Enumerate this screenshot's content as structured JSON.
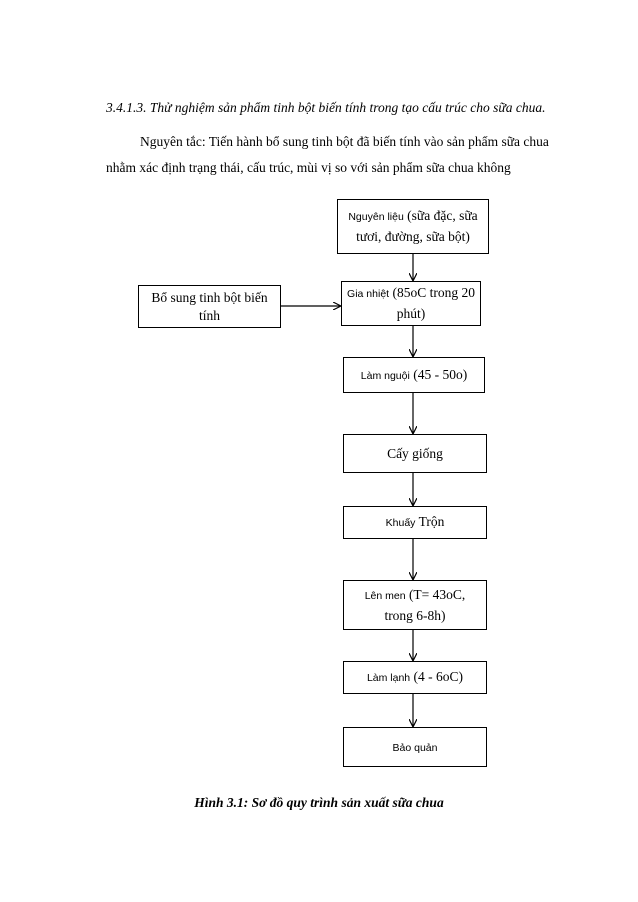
{
  "section_heading": "3.4.1.3. Thử nghiệm sản phẩm tinh bột biến tính trong tạo cấu trúc cho sữa chua.",
  "paragraph": {
    "line1": "Nguyên tắc: Tiến hành bổ sung tinh bột đã biến tính vào sản phẩm sữa chua",
    "line2": "nhằm xác định trạng thái, cấu trúc, mùi vị so với sản phẩm sữa chua không"
  },
  "flowchart": {
    "side_box": "Bổ sung tinh bột biến tính",
    "steps": [
      {
        "prefix": "Nguyên liệu",
        "text": "(sữa đặc, sữa tươi, đường, sữa bột)"
      },
      {
        "prefix": "Gia nhiệt",
        "text": "(85oC trong 20 phút)"
      },
      {
        "prefix": "Làm nguội",
        "text": "(45 - 50o)"
      },
      {
        "prefix": "Cấy giống",
        "text": ""
      },
      {
        "prefix": "Khuấy",
        "text": "Trộn"
      },
      {
        "prefix": "Lên men",
        "text": "(T= 43oC, trong 6-8h)"
      },
      {
        "prefix": "Làm lạnh",
        "text": "(4 - 6oC)"
      },
      {
        "prefix": "Bảo quản",
        "text": ""
      }
    ]
  },
  "caption": "Hình 3.1: Sơ đồ quy trình sản xuất sữa chua"
}
